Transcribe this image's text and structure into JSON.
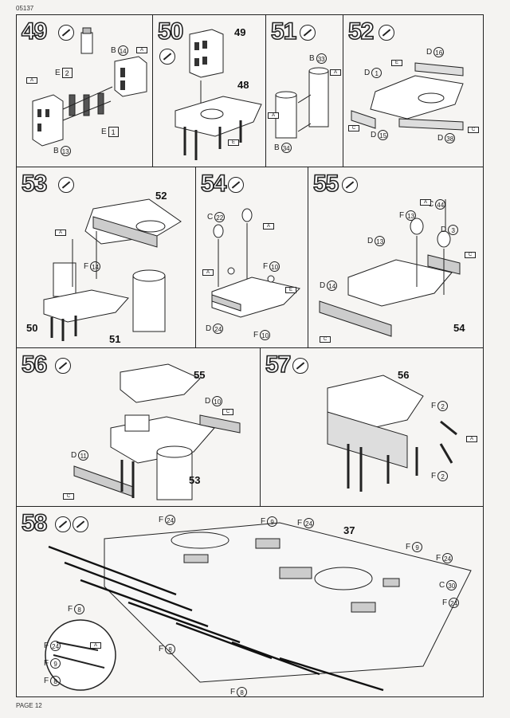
{
  "header": {
    "code": "05137"
  },
  "footer": {
    "page": "PAGE 12"
  },
  "steps": {
    "s49": {
      "num": "49",
      "labels": {
        "b14": "B",
        "b14n": "14",
        "e2": "E",
        "e2n": "2",
        "e1": "E",
        "e1n": "1",
        "b13": "B",
        "b13n": "13",
        "flag": "A"
      }
    },
    "s50": {
      "num": "50",
      "parts": {
        "p49": "49",
        "p48": "48"
      },
      "flag": "E"
    },
    "s51": {
      "num": "51",
      "labels": {
        "b33": "B",
        "b33n": "33",
        "b34": "B",
        "b34n": "34",
        "flag": "A"
      }
    },
    "s52": {
      "num": "52",
      "labels": {
        "d16": "D",
        "d16n": "16",
        "d1": "D",
        "d1n": "1",
        "d15": "D",
        "d15n": "15",
        "d38": "D",
        "d38n": "38",
        "flag": "E",
        "flagc": "C"
      }
    },
    "s53": {
      "num": "53",
      "parts": {
        "p52": "52",
        "p50": "50",
        "p51": "51"
      },
      "labels": {
        "f14": "F",
        "f14n": "14",
        "flag": "A"
      }
    },
    "s54": {
      "num": "54",
      "labels": {
        "c22": "C",
        "c22n": "22",
        "f10": "F",
        "f10n": "10",
        "d24": "D",
        "d24n": "24",
        "f10b": "F",
        "f10bn": "10",
        "flag": "A",
        "flage": "E"
      }
    },
    "s55": {
      "num": "55",
      "part": "54",
      "labels": {
        "c44": "C",
        "c44n": "44",
        "f13": "F",
        "f13n": "13",
        "d3": "D",
        "d3n": "3",
        "d13": "D",
        "d13n": "13",
        "d14": "D",
        "d14n": "14",
        "flag": "A",
        "flagc": "C"
      }
    },
    "s56": {
      "num": "56",
      "parts": {
        "p55": "55",
        "p53": "53"
      },
      "labels": {
        "d10": "D",
        "d10n": "10",
        "d11": "D",
        "d11n": "11",
        "flagc": "C"
      }
    },
    "s57": {
      "num": "57",
      "part": "56",
      "labels": {
        "f2a": "F",
        "f2an": "2",
        "f2b": "F",
        "f2bn": "2",
        "flag": "A"
      }
    },
    "s58": {
      "num": "58",
      "part": "37",
      "labels": {
        "f24a": "F",
        "f24an": "24",
        "f9a": "F",
        "f9an": "9",
        "f24b": "F",
        "f24bn": "24",
        "f9b": "F",
        "f9bn": "9",
        "f24c": "F",
        "f24cn": "24",
        "c30": "C",
        "c30n": "30",
        "f24d": "F",
        "f24dn": "24",
        "f8a": "F",
        "f8an": "8",
        "f8b": "F",
        "f8bn": "8",
        "f8c": "F",
        "f8cn": "8"
      },
      "legend": {
        "f24": "F",
        "f24n": "24",
        "f9": "F",
        "f9n": "9",
        "f8": "F",
        "f8n": "8",
        "flag": "A"
      }
    }
  }
}
